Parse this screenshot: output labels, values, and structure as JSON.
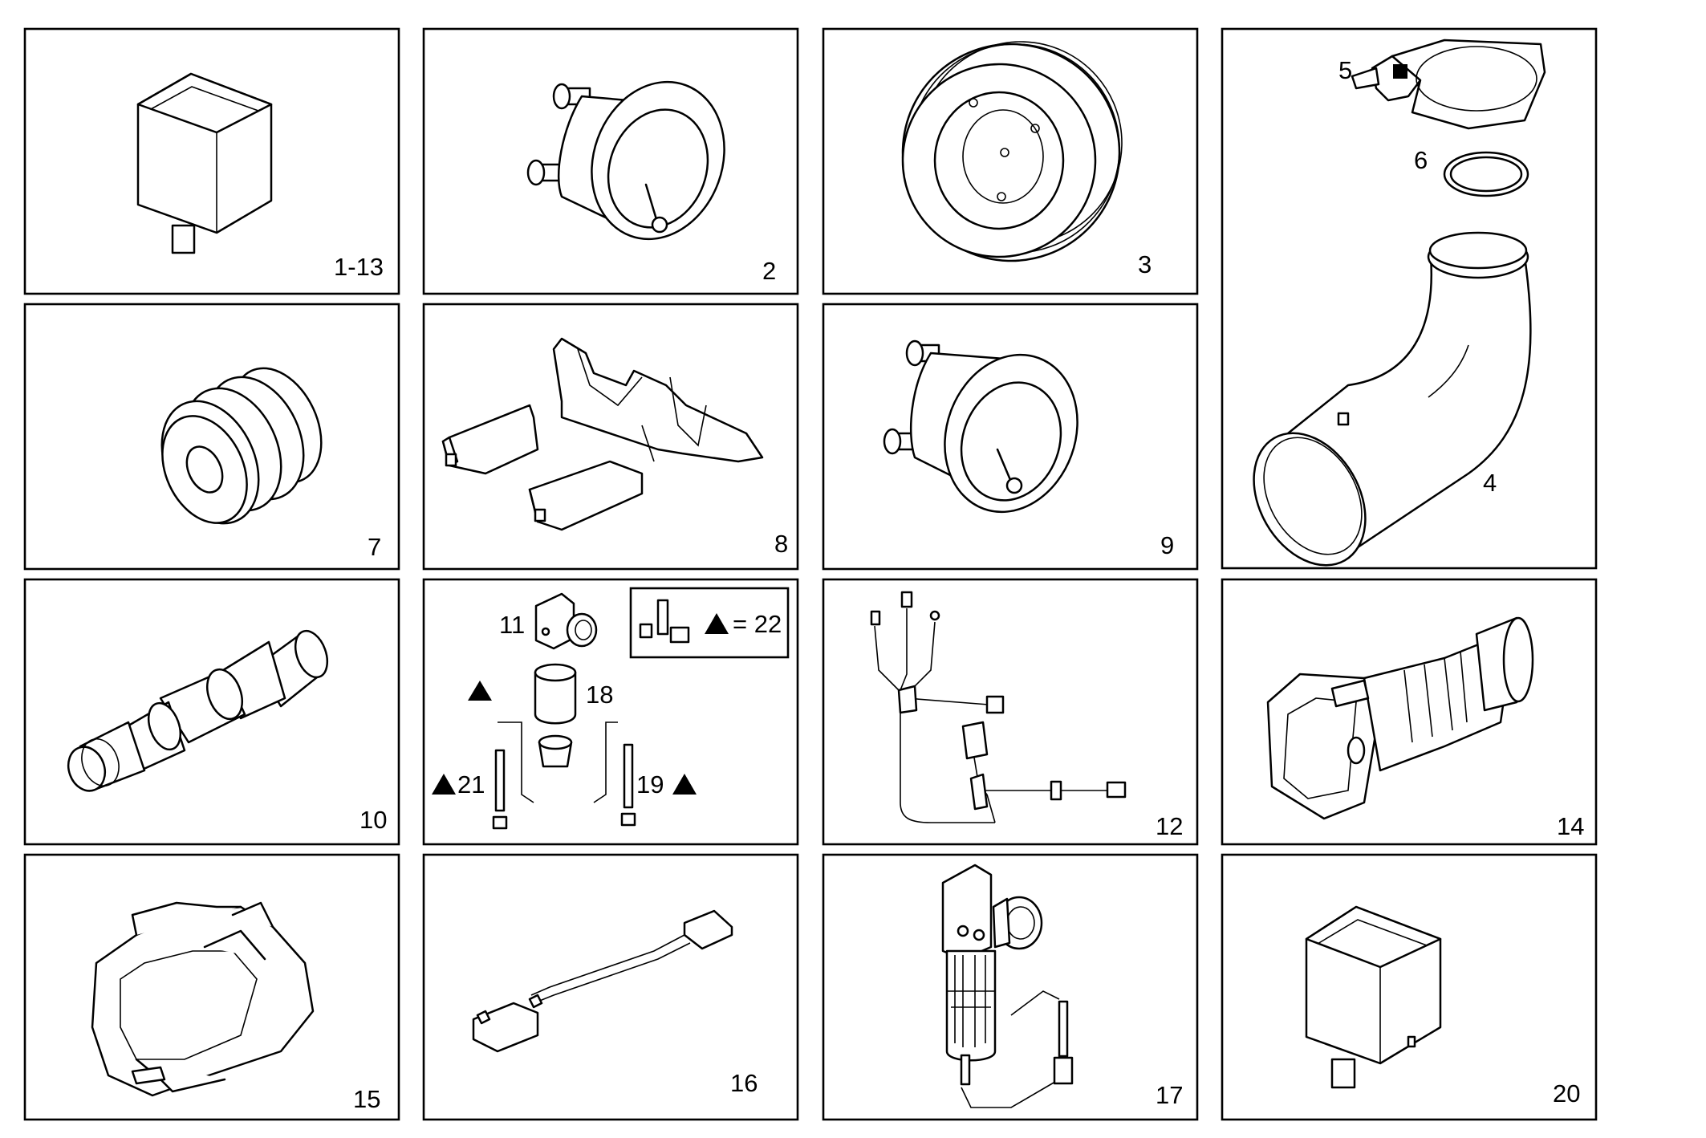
{
  "panels": [
    {
      "id": "relay",
      "label": "1-13"
    },
    {
      "id": "gauge",
      "label": "2"
    },
    {
      "id": "pulley",
      "label": "3"
    },
    {
      "id": "elbow-pipe",
      "labels": [
        "5",
        "6",
        "4"
      ]
    },
    {
      "id": "grommet",
      "label": "7"
    },
    {
      "id": "terminal-strip",
      "label": "8"
    },
    {
      "id": "gauge-small",
      "label": "9"
    },
    {
      "id": "sensor-shaft",
      "label": "10"
    },
    {
      "id": "filter-kit",
      "labels": [
        "11",
        "18",
        "21",
        "19"
      ],
      "legend": "= 22"
    },
    {
      "id": "wiring-harness",
      "label": "12"
    },
    {
      "id": "connector-boot",
      "label": "14"
    },
    {
      "id": "connector-housing",
      "label": "15"
    },
    {
      "id": "cable-sensor",
      "label": "16"
    },
    {
      "id": "fuel-filter",
      "label": "17"
    },
    {
      "id": "relay-2",
      "label": "20"
    }
  ],
  "icon_names": [
    "relay-icon",
    "gauge-icon",
    "pulley-icon",
    "clamp-icon",
    "seal-ring-icon",
    "elbow-pipe-icon",
    "grommet-icon",
    "terminal-strip-icon",
    "sensor-icon",
    "filter-head-icon",
    "warning-triangle-icon",
    "harness-icon",
    "connector-icon",
    "fuel-filter-icon"
  ]
}
